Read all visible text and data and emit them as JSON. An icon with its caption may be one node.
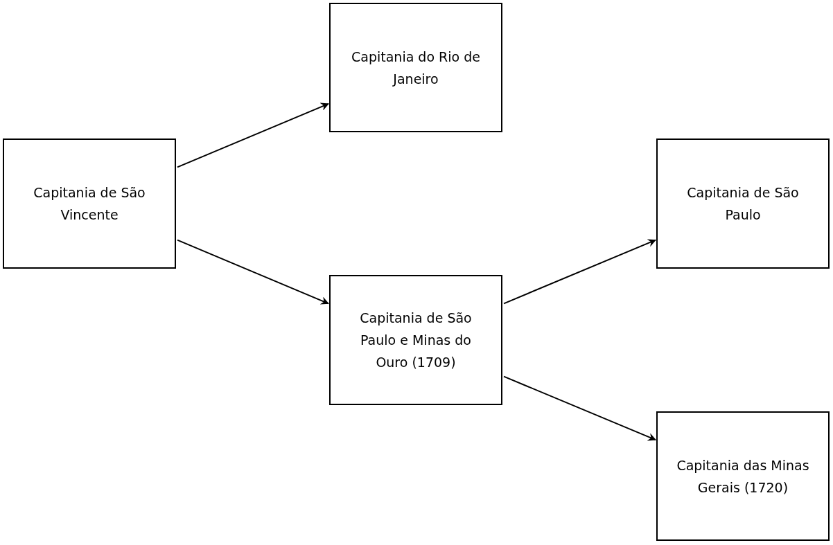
{
  "diagram": {
    "nodes": [
      {
        "text": [
          "Capitania de São Vincente"
        ]
      },
      {
        "text": [
          "Capitania do Rio de Janeiro"
        ]
      },
      {
        "text": [
          "Capitania de São Paulo e Minas do Ouro (1709)"
        ]
      },
      {
        "text": [
          "Capitania de São Paulo"
        ]
      },
      {
        "text": [
          "Capitania das Minas Gerais (1720)"
        ]
      }
    ],
    "edges": [
      {
        "from": 0,
        "to": 1,
        "arrow": "to"
      },
      {
        "from": 0,
        "to": 2,
        "arrow": "to"
      },
      {
        "from": 2,
        "to": 3,
        "arrow": "to"
      },
      {
        "from": 2,
        "to": 4,
        "arrow": "to"
      }
    ]
  }
}
